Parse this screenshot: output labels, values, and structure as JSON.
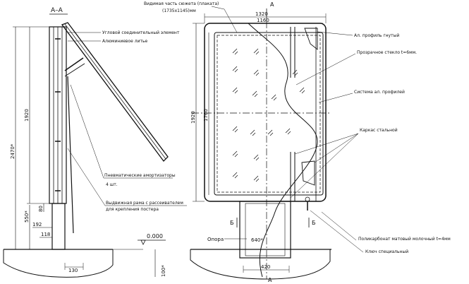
{
  "section_title": "А–А",
  "dims": {
    "d1320": "1320",
    "d1160": "1160",
    "d1760": "1760",
    "d1920_right": "1920",
    "d1920_left": "1920",
    "d2470": "2470*",
    "d550": "550*",
    "d192": "192",
    "d80": "80",
    "d118": "118",
    "d130": "130",
    "d100": "100*",
    "d640": "640*",
    "d420": "420",
    "level": "0.000"
  },
  "labels": {
    "visible_part": "Видимая часть сюжета (плаката)",
    "visible_size": "(1735x1145)мм",
    "corner_element": "Угловой соединительный элемент",
    "aluminum_cast": "Алюминиевое литье",
    "al_profile": "Ал. профиль гнутый",
    "glass": "Прозрачное стекло  t=6мм.",
    "al_system": "Система ал. профилей",
    "steel_frame": "Каркас стальной",
    "pneumatic": "Пневматические амортизаторы",
    "pneumatic_count": "4 шт.",
    "frame_line1": "Выдвижная рама с рассеивателем",
    "frame_line2": "для крепления постера",
    "support": "Опора",
    "polycarbonate": "Поликарбонат матовый молочный t=4мм",
    "special_key": "Ключ специальный"
  },
  "section_marks": {
    "letter": "A",
    "left": "Б",
    "right": "Б"
  }
}
